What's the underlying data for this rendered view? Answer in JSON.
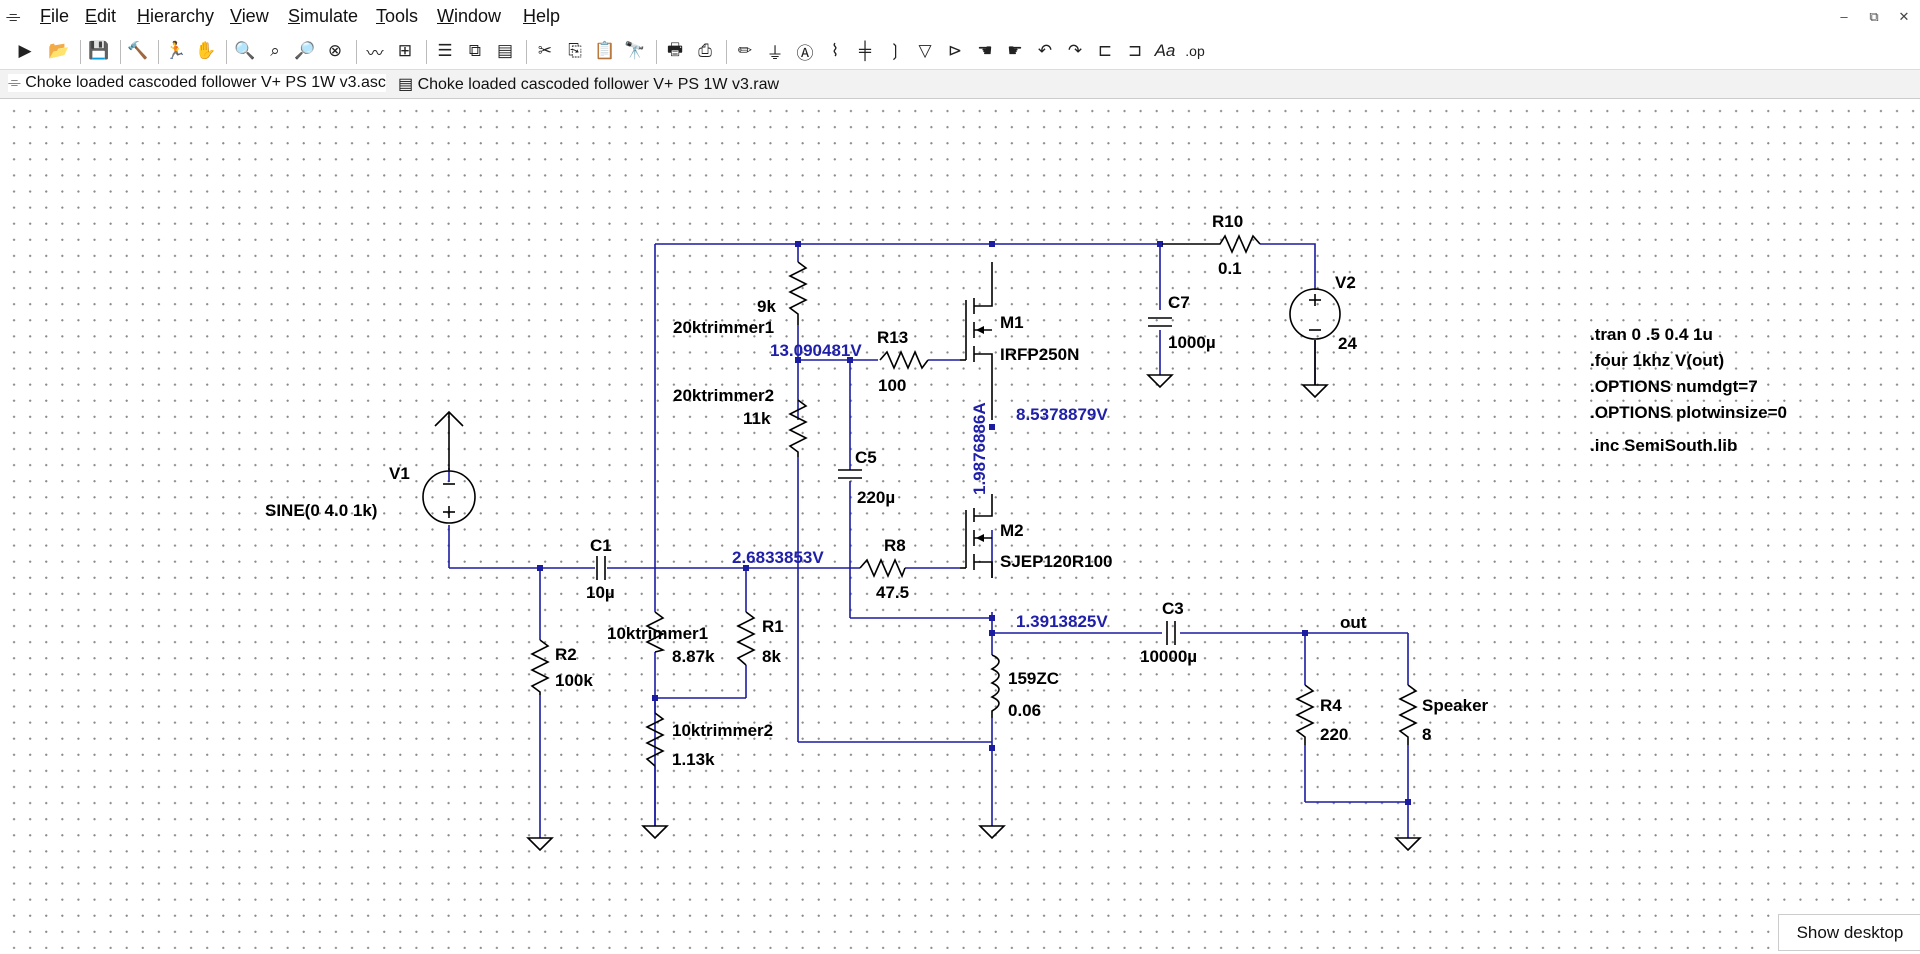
{
  "menu": {
    "file": "File",
    "edit": "Edit",
    "hierarchy": "Hierarchy",
    "view": "View",
    "simulate": "Simulate",
    "tools": "Tools",
    "window": "Window",
    "help": "Help"
  },
  "tabs": [
    {
      "label": "Choke loaded cascoded follower V+ PS 1W v3.asc"
    },
    {
      "label": "Choke loaded cascoded follower V+ PS 1W v3.raw"
    }
  ],
  "toolbar": {
    "op_label": ".op",
    "font_label": "Aa"
  },
  "schematic": {
    "components": {
      "r10": {
        "name": "R10",
        "value": "0.1"
      },
      "v2": {
        "name": "V2",
        "value": "24"
      },
      "c7": {
        "name": "C7",
        "value": "1000µ"
      },
      "m1": {
        "name": "M1",
        "model": "IRFP250N"
      },
      "m2": {
        "name": "M2",
        "model": "SJEP120R100"
      },
      "r13": {
        "name": "R13",
        "value": "100"
      },
      "trim20_1": {
        "name": "20ktrimmer1",
        "value": "9k"
      },
      "trim20_2": {
        "name": "20ktrimmer2",
        "value": "11k"
      },
      "c5": {
        "name": "C5",
        "value": "220µ"
      },
      "v1": {
        "name": "V1",
        "value": "SINE(0 4.0 1k)"
      },
      "c1": {
        "name": "C1",
        "value": "10µ"
      },
      "r8": {
        "name": "R8",
        "value": "47.5"
      },
      "r2": {
        "name": "R2",
        "value": "100k"
      },
      "trim10_1": {
        "name": "10ktrimmer1",
        "value": "8.87k"
      },
      "r1": {
        "name": "R1",
        "value": "8k"
      },
      "trim10_2": {
        "name": "10ktrimmer2",
        "value": "1.13k"
      },
      "l1": {
        "name": "159ZC",
        "value": "0.06"
      },
      "c3": {
        "name": "C3",
        "value": "10000µ"
      },
      "r4": {
        "name": "R4",
        "value": "220"
      },
      "speaker": {
        "name": "Speaker",
        "value": "8"
      },
      "out_label": "out"
    },
    "voltages": {
      "v_gate1": "13.090481V",
      "v_mid": "8.5378879V",
      "current_m1": "1.9876886A",
      "v_gate2": "2.6833853V",
      "v_source": "1.3913825V"
    },
    "directives": [
      ".tran 0 .5 0.4 1u",
      ".four 1khz V(out)",
      ".OPTIONS numdgt=7",
      ".OPTIONS plotwinsize=0",
      ".inc SemiSouth.lib"
    ]
  },
  "taskbar": {
    "show_desktop": "Show desktop"
  },
  "colors": {
    "wire": "#1c1ca0",
    "voltage_text": "#1f1fa8",
    "component": "#000000"
  }
}
